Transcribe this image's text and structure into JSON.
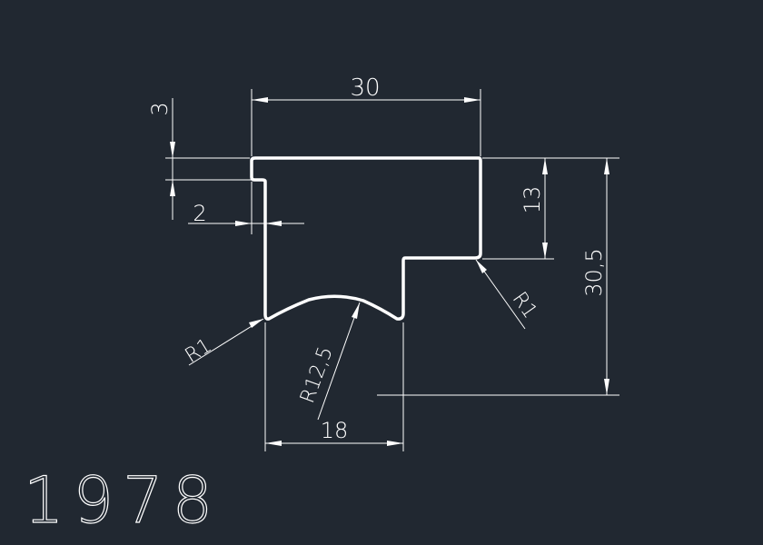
{
  "drawing": {
    "code": "1978",
    "dimensions": {
      "width_top": "30",
      "lip_height": "3",
      "wall_thickness": "2",
      "step_height": "13",
      "total_height": "30,5",
      "bottom_width": "18",
      "radius_left": "R1",
      "radius_arc": "R12,5",
      "radius_right": "R1"
    },
    "colors": {
      "background": "#212831",
      "lines": "#ffffff"
    }
  }
}
